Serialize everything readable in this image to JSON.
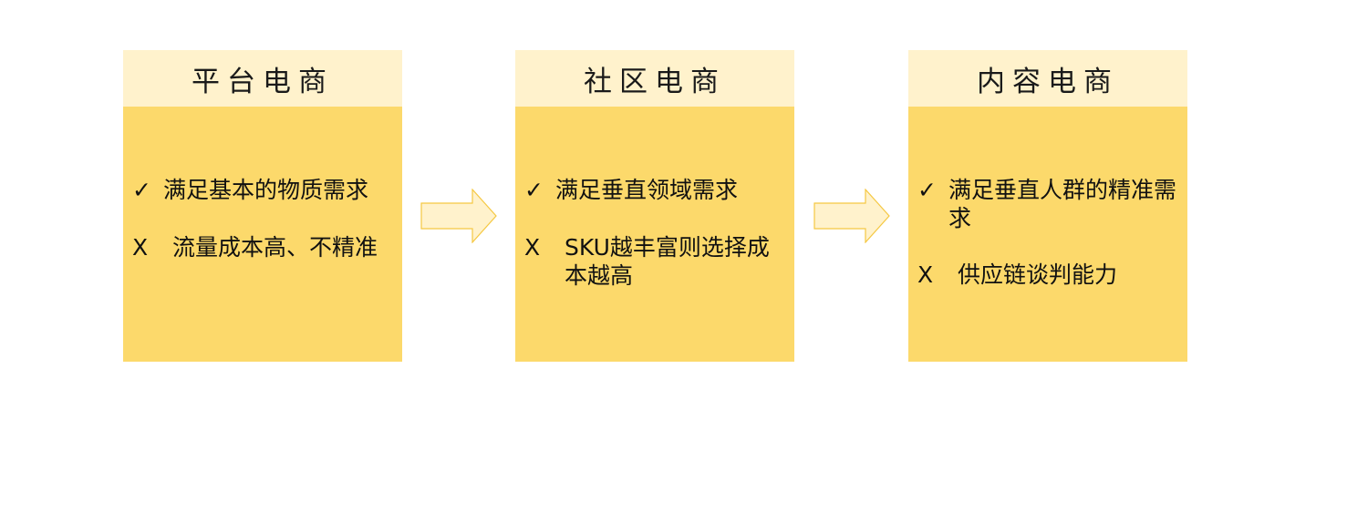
{
  "cards": [
    {
      "title": "平台电商",
      "pro": {
        "mark": "✓",
        "text": "满足基本的物质需求"
      },
      "con": {
        "mark": "X",
        "text": "流量成本高、不精准"
      }
    },
    {
      "title": "社区电商",
      "pro": {
        "mark": "✓",
        "text": "满足垂直领域需求"
      },
      "con": {
        "mark": "X",
        "text": "SKU越丰富则选择成本越高"
      }
    },
    {
      "title": "内容电商",
      "pro": {
        "mark": "✓",
        "text": "满足垂直人群的精准需求"
      },
      "con": {
        "mark": "X",
        "text": "供应链谈判能力"
      }
    }
  ],
  "colors": {
    "header_fill": "#FFF2CC",
    "body_fill": "#FCD96B",
    "arrow_fill": "#FFF2CC",
    "arrow_stroke": "#F5C842"
  }
}
